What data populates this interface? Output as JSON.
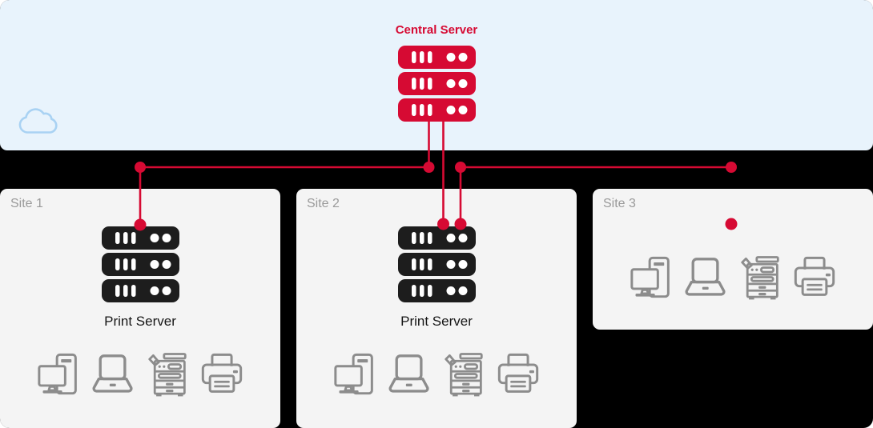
{
  "colors": {
    "accent_red": "#d60a33",
    "canvas_black": "#000000",
    "cloud_background": "#e8f3fc",
    "site_panel_background": "#f4f4f4",
    "server_black": "#1d1d1d",
    "device_icon_gray": "#8c8c8c",
    "site_label_gray": "#9a9a9a",
    "cloud_outline_blue": "#a9d2f3"
  },
  "cloud": {
    "central_server_label": "Central Server",
    "central_server_icon": "server-stack-3u",
    "decoration": "cloud-outline-icon"
  },
  "sites": [
    {
      "label": "Site 1",
      "print_server_label": "Print Server",
      "connections_to_central": 1,
      "devices": [
        "desktop-computer",
        "laptop",
        "multifunction-printer",
        "printer"
      ]
    },
    {
      "label": "Site 2",
      "print_server_label": "Print Server",
      "connections_to_central": 2,
      "devices": [
        "desktop-computer",
        "laptop",
        "multifunction-printer",
        "printer"
      ]
    },
    {
      "label": "Site 3",
      "print_server_label": null,
      "connections_to_central": 1,
      "devices": [
        "desktop-computer",
        "laptop",
        "multifunction-printer",
        "printer"
      ]
    }
  ]
}
